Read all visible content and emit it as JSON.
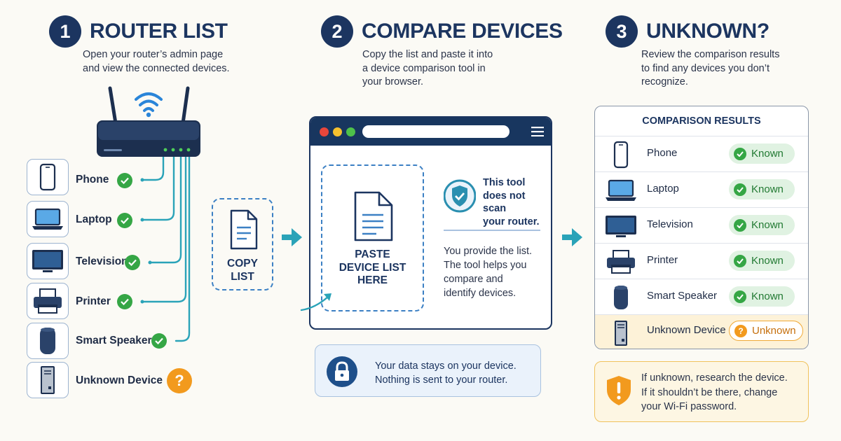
{
  "steps": [
    {
      "number": "1",
      "title": "ROUTER LIST",
      "description_lines": [
        "Open your router’s admin page",
        "and view the connected devices."
      ]
    },
    {
      "number": "2",
      "title": "COMPARE DEVICES",
      "description_lines": [
        "Copy the list and paste it into",
        "a device comparison tool in",
        "your browser."
      ]
    },
    {
      "number": "3",
      "title": "UNKNOWN?",
      "description_lines": [
        "Review the comparison results",
        "to find any devices you don’t",
        "recognize."
      ]
    }
  ],
  "router_devices": [
    {
      "label": "Phone",
      "icon": "phone-icon",
      "status": "known"
    },
    {
      "label": "Laptop",
      "icon": "laptop-icon",
      "status": "known"
    },
    {
      "label": "Television",
      "icon": "television-icon",
      "status": "known"
    },
    {
      "label": "Printer",
      "icon": "printer-icon",
      "status": "known"
    },
    {
      "label": "Smart Speaker",
      "icon": "smart-speaker-icon",
      "status": "known"
    },
    {
      "label": "Unknown Device",
      "icon": "unknown-device-icon",
      "status": "unknown",
      "mark": "?"
    }
  ],
  "copy": {
    "lines": [
      "COPY",
      "LIST"
    ],
    "icon": "document-icon"
  },
  "tool": {
    "paste_lines": [
      "PASTE",
      "DEVICE LIST",
      "HERE"
    ],
    "notice_lines": [
      "This tool",
      "does not scan",
      "your router."
    ],
    "info_lines": [
      "You provide the list.",
      "The tool helps you",
      "compare and",
      "identify devices."
    ],
    "menu_icon": "hamburger-menu-icon",
    "notice_icon": "shield-check-icon"
  },
  "privacy": {
    "icon": "lock-icon",
    "lines": [
      "Your data stays on your device.",
      "Nothing is sent to your router."
    ]
  },
  "results": {
    "title": "COMPARISON RESULTS",
    "rows": [
      {
        "label": "Phone",
        "status": "Known",
        "icon": "phone-icon"
      },
      {
        "label": "Laptop",
        "status": "Known",
        "icon": "laptop-icon"
      },
      {
        "label": "Television",
        "status": "Known",
        "icon": "television-icon"
      },
      {
        "label": "Printer",
        "status": "Known",
        "icon": "printer-icon"
      },
      {
        "label": "Smart Speaker",
        "status": "Known",
        "icon": "smart-speaker-icon"
      },
      {
        "label": "Unknown Device",
        "status": "Unknown",
        "icon": "unknown-device-icon"
      }
    ]
  },
  "warning": {
    "icon": "warning-shield-icon",
    "lines": [
      "If unknown, research the device.",
      "If it shouldn’t be there, change",
      "your Wi-Fi password."
    ]
  },
  "colors": {
    "navy": "#1c3560",
    "teal": "#2aa3b8",
    "known_green": "#35a645",
    "unknown_orange": "#f29a1e",
    "background": "#fbfaf5"
  }
}
